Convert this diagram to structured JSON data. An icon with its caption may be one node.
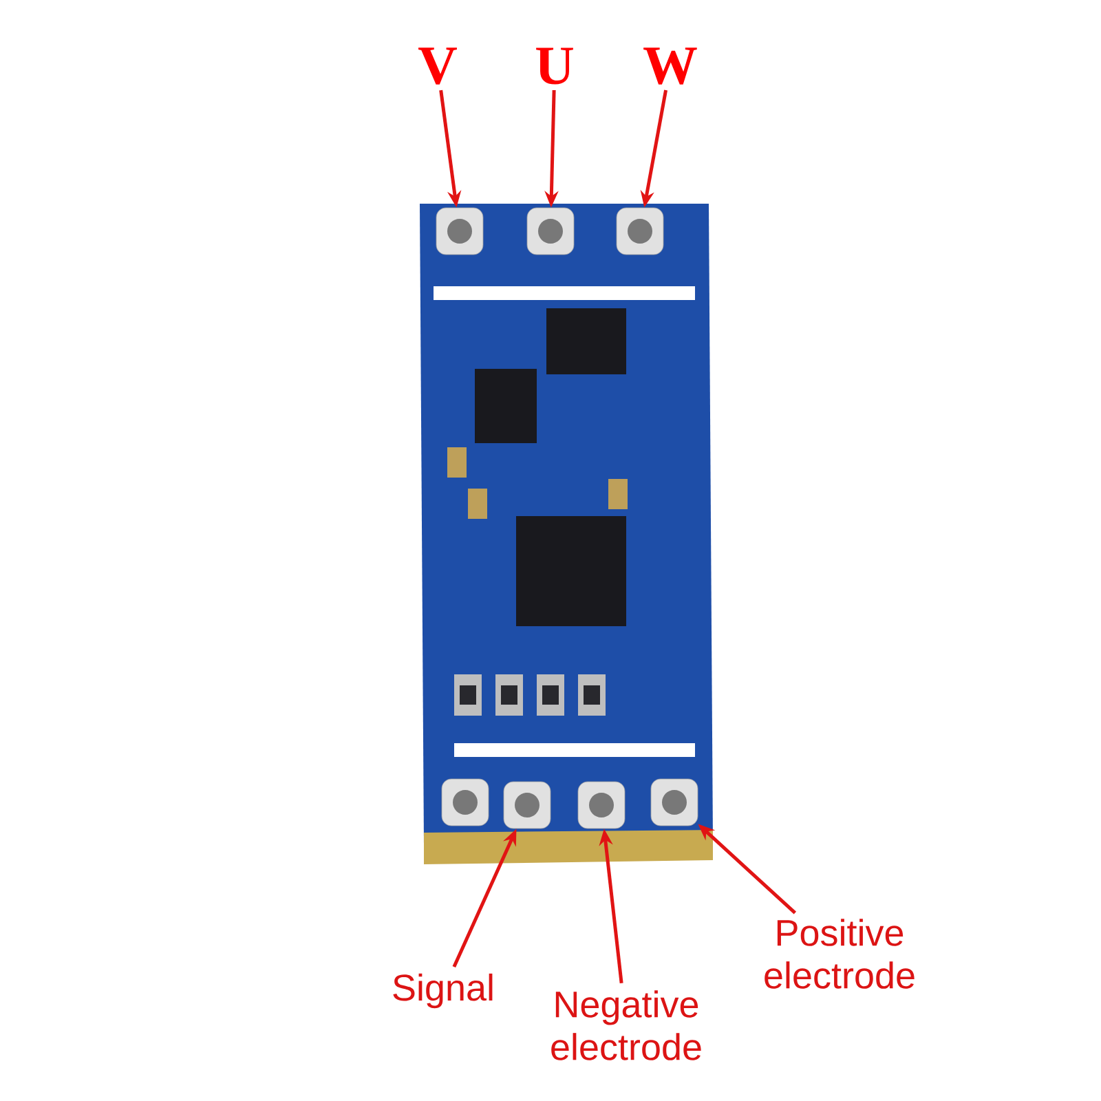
{
  "diagram": {
    "nodes": [
      {
        "text": [
          "V"
        ]
      },
      {
        "text": [
          "U"
        ]
      },
      {
        "text": [
          "W"
        ]
      },
      {
        "text": [
          "Signal"
        ]
      },
      {
        "text": [
          "Negative electrode"
        ]
      },
      {
        "text": [
          "Positive electrode"
        ]
      },
      {
        "text": [],
        "shape": "box"
      },
      {
        "text": [],
        "shape": "box"
      },
      {
        "text": [],
        "shape": "box"
      },
      {
        "text": [],
        "shape": "box"
      },
      {
        "text": [],
        "shape": "box"
      },
      {
        "text": [],
        "shape": "box"
      },
      {
        "text": [],
        "shape": "box"
      }
    ],
    "edges": [
      {
        "from": 0,
        "to": 6,
        "arrow": "to"
      },
      {
        "from": 1,
        "to": 7,
        "arrow": "to"
      },
      {
        "from": 2,
        "to": 8,
        "arrow": "to"
      },
      {
        "from": 3,
        "to": 10,
        "arrow": "to"
      },
      {
        "from": 4,
        "to": 11,
        "arrow": "to"
      },
      {
        "from": 5,
        "to": 12,
        "arrow": "to"
      }
    ]
  }
}
